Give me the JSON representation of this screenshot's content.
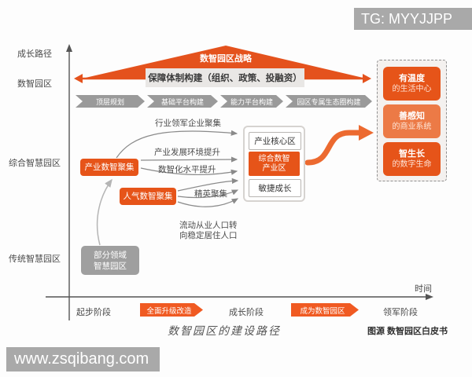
{
  "colors": {
    "orange": "#e65419",
    "orange_light": "#ec7a46",
    "orange_arrow": "#ec6a30",
    "gray_chevron": "#9a9a9a"
  },
  "watermark_top": "TG: MYYJJPP",
  "watermark_bottom": "www.zsqibang.com",
  "axes": {
    "y_title": "成长路径",
    "x_title": "时间",
    "y_levels": [
      "数智园区",
      "综合智慧园区",
      "传统智慧园区"
    ]
  },
  "strategy": {
    "triangle": "数智园区战略",
    "guarantee": "保障体制构建（组织、政策、投融资）",
    "chevrons": [
      "顶层规划",
      "基础平台构建",
      "能力平台构建",
      "园区专属生态圈构建"
    ]
  },
  "clusters": {
    "industry": "产业数智聚集",
    "popularity": "人气数智聚集",
    "legacy": [
      "部分领域",
      "智慧园区"
    ]
  },
  "flow_labels": {
    "leader": "行业领军企业聚集",
    "env": "产业发展环境提升",
    "digital": "数智化水平提升",
    "elite": "精英聚集",
    "population": [
      "流动从业人口转",
      "向稳定居住人口"
    ]
  },
  "zones": {
    "core": "产业核心区",
    "smart": [
      "综合数智",
      "产业区"
    ],
    "agile": "敏捷成长"
  },
  "vision": [
    {
      "t": "有温度",
      "s": "的生活中心"
    },
    {
      "t": "善感知",
      "s": "的商业系统"
    },
    {
      "t": "智生长",
      "s": "的数字生命"
    }
  ],
  "timeline": {
    "stages": [
      "起步阶段",
      "成长阶段",
      "领军阶段"
    ],
    "badges": [
      "全面升级改造",
      "成为数智园区"
    ]
  },
  "caption": "数智园区的建设路径",
  "source": "图源 数智园区白皮书"
}
